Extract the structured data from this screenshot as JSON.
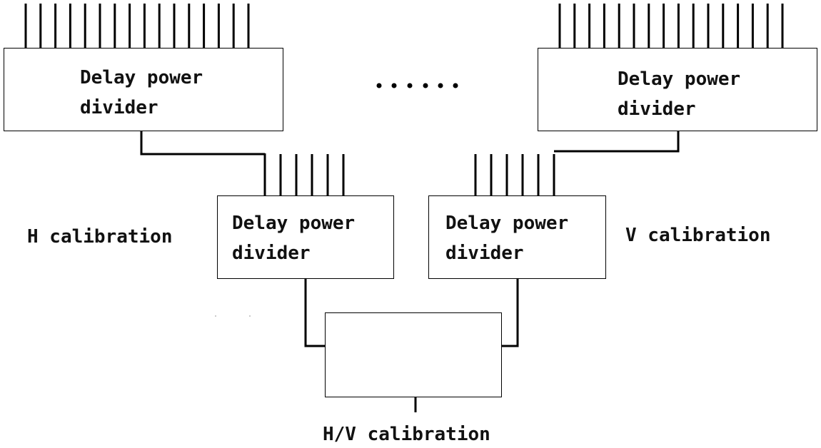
{
  "boxes": {
    "top_left": {
      "line1": "Delay power",
      "line2": "divider"
    },
    "top_right": {
      "line1": "Delay power",
      "line2": "divider"
    },
    "mid_left": {
      "line1": "Delay power",
      "line2": "divider"
    },
    "mid_right": {
      "line1": "Delay power",
      "line2": "divider"
    },
    "bottom": {
      "line1": "",
      "line2": ""
    }
  },
  "labels": {
    "h_calibration": "H calibration",
    "v_calibration": "V calibration",
    "hv_calibration": "H/V calibration",
    "ellipsis": "......"
  },
  "colors": {
    "line": "#000000",
    "background": "#ffffff",
    "text": "#111111"
  }
}
